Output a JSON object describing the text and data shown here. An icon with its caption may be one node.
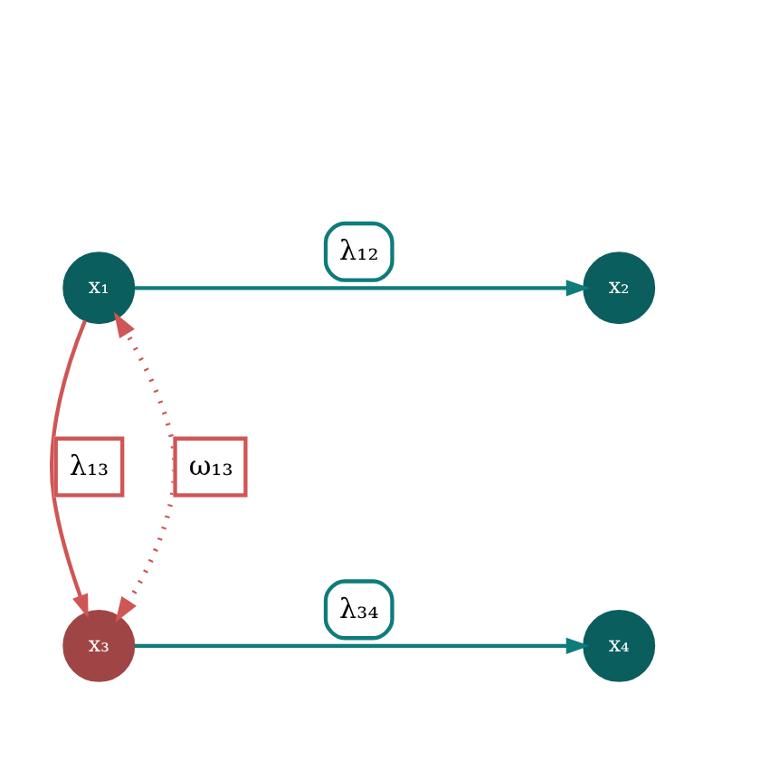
{
  "diagram": {
    "nodes": [
      {
        "text": [
          "x₁"
        ]
      },
      {
        "text": [
          "x₂"
        ]
      },
      {
        "text": [
          "x₃"
        ]
      },
      {
        "text": [
          "x₄"
        ]
      }
    ],
    "edges": [
      {
        "from": 0,
        "to": 1,
        "arrow": "to",
        "label": "λ₁₂"
      },
      {
        "from": 0,
        "to": 2,
        "arrow": "to",
        "label": "λ₁₃",
        "color": "#d05555"
      },
      {
        "from": 2,
        "to": 0,
        "arrow": "both",
        "label": "ω₁₃",
        "style": "dashed",
        "color": "#d05555"
      },
      {
        "from": 2,
        "to": 3,
        "arrow": "to",
        "label": "λ₃₄"
      }
    ]
  }
}
